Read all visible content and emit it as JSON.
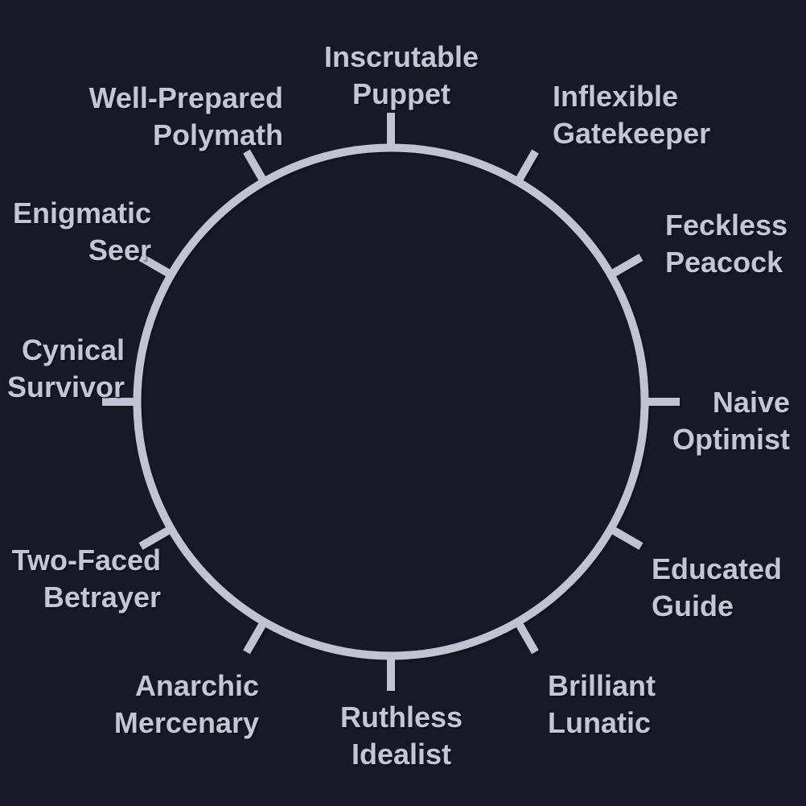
{
  "diagram": {
    "type": "persona-wheel",
    "background_color": "#171A26",
    "circle_color": "#C1C3D3",
    "text_color": "#C5C6D4",
    "labels": [
      {
        "clock": 12,
        "text": "Inscrutable\nPuppet"
      },
      {
        "clock": 1,
        "text": "Inflexible\nGatekeeper"
      },
      {
        "clock": 2,
        "text": "Feckless\nPeacock"
      },
      {
        "clock": 3,
        "text": "Naive\nOptimist"
      },
      {
        "clock": 4,
        "text": "Educated\nGuide"
      },
      {
        "clock": 5,
        "text": "Brilliant\nLunatic"
      },
      {
        "clock": 6,
        "text": "Ruthless\nIdealist"
      },
      {
        "clock": 7,
        "text": "Anarchic\nMercenary"
      },
      {
        "clock": 8,
        "text": "Two-Faced\nBetrayer"
      },
      {
        "clock": 9,
        "text": "Cynical\nSurvivor"
      },
      {
        "clock": 10,
        "text": "Enigmatic\nSeer"
      },
      {
        "clock": 11,
        "text": "Well-Prepared\nPolymath"
      }
    ]
  }
}
